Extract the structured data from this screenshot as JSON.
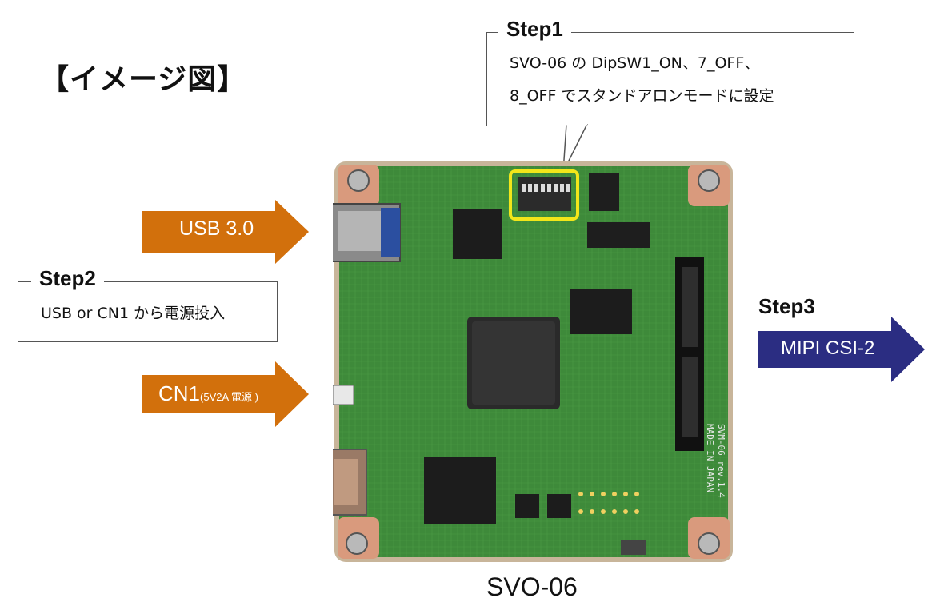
{
  "title": "【イメージ図】",
  "step1": {
    "heading": "Step1",
    "line1": "SVO-06 の DipSW1_ON、7_OFF、",
    "line2": "8_OFF でスタンドアロンモードに設定"
  },
  "step2": {
    "heading": "Step2",
    "text": "USB or CN1 から電源投入"
  },
  "step3": {
    "heading": "Step3"
  },
  "arrows": {
    "usb": "USB 3.0",
    "cn1_main": "CN1",
    "cn1_sub": "(5V2A 電源 )",
    "mipi": "MIPI CSI-2"
  },
  "board_name": "SVO-06",
  "colors": {
    "orange_arrow": "#d2700c",
    "navy_arrow": "#2b2d82",
    "pcb_green": "#3e8a3a",
    "highlight": "#f2e61a"
  }
}
